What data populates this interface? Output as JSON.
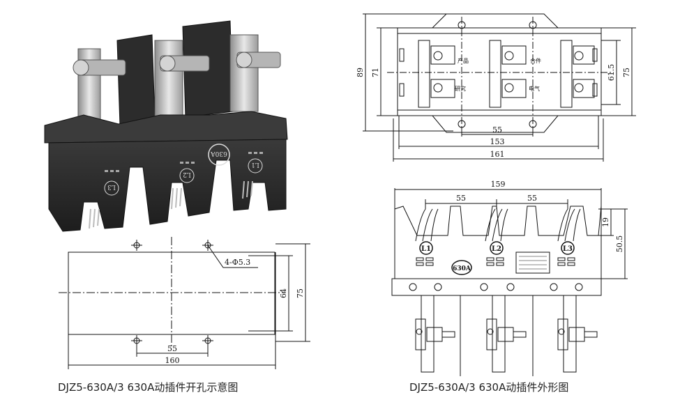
{
  "captions": {
    "left": "DJZ5-630A/3 630A动插件开孔示意图",
    "right": "DJZ5-630A/3 630A动插件外形图"
  },
  "photo": {
    "phase_labels": [
      "L1",
      "L2",
      "L3"
    ],
    "rating_stamp": "630A"
  },
  "cutout": {
    "hole_note": "4-Φ5.3",
    "dims": {
      "hole_pitch": "55",
      "overall_width": "160",
      "hole_vertical": "64",
      "overall_height": "75"
    }
  },
  "top_view": {
    "dims": {
      "height_outer": "89",
      "height_inner": "71",
      "height_slot": "61.5",
      "height_right": "75",
      "pitch": "55",
      "width_mid": "153",
      "width_overall": "161"
    },
    "label_fragments": [
      "产品",
      "合件",
      "研究",
      "电气"
    ]
  },
  "front_view": {
    "dims": {
      "overall_width": "159",
      "pitch_left": "55",
      "pitch_right": "55",
      "contact_depth": "19",
      "height": "50.5"
    },
    "phase_labels": [
      "L1",
      "L2",
      "L3"
    ],
    "rating_stamp": "630A"
  },
  "colors": {
    "housing": "#2b2b2b",
    "line": "#111111",
    "metal": "#c9c9c9"
  }
}
